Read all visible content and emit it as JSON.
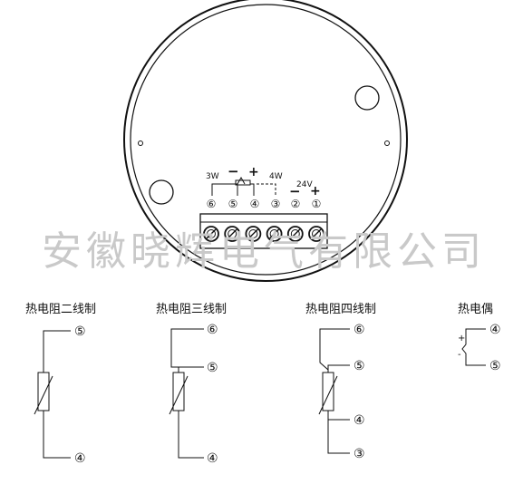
{
  "watermark": "安徽晓辉电气有限公司",
  "terminal_block": {
    "numbers": [
      "⑥",
      "⑤",
      "④",
      "③",
      "②",
      "①"
    ],
    "label_3w": "3W",
    "label_4w": "4W",
    "label_24v": "24V",
    "minus": "−",
    "plus": "+"
  },
  "wiring": [
    {
      "title": "热电阻二线制",
      "terminals": [
        "⑤",
        "④"
      ]
    },
    {
      "title": "热电阻三线制",
      "terminals": [
        "⑥",
        "⑤",
        "④"
      ]
    },
    {
      "title": "热电阻四线制",
      "terminals": [
        "⑥",
        "⑤",
        "④",
        "③"
      ]
    },
    {
      "title": "热电偶",
      "terminals": [
        "④",
        "⑤"
      ],
      "polarity_plus": "+",
      "polarity_minus": "-"
    }
  ]
}
